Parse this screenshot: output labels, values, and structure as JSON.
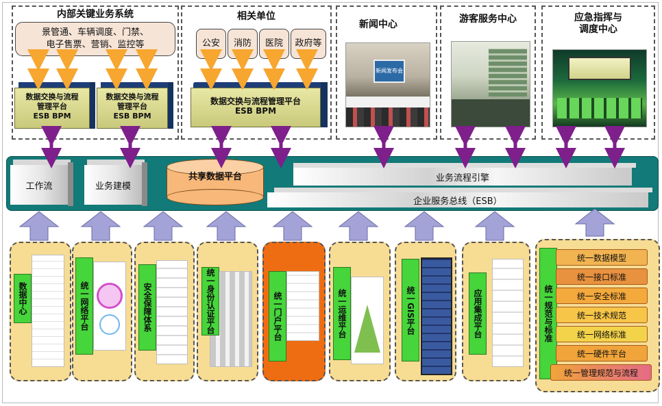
{
  "sections": {
    "internal": {
      "title": "内部关键业务系统",
      "pill": "景管通、车辆调度、门禁、\n电子售票、营销、监控等",
      "esb_labels": [
        "数据交换与流程\n管理平台\nESB  BPM",
        "数据交换与流程\n管理平台\nESB  BPM"
      ]
    },
    "related": {
      "title": "相关单位",
      "units": [
        "公安",
        "消防",
        "医院",
        "政府等"
      ],
      "esb_label": "数据交换与流程管理平台\nESB  BPM"
    },
    "news": {
      "title": "新闻中心",
      "photo_caption": "新闻发布会"
    },
    "visitor": {
      "title": "游客服务中心"
    },
    "emergency": {
      "title": "应急指挥与\n调度中心"
    }
  },
  "bus": {
    "workflow": "工作流",
    "modeling": "业务建模",
    "shared_data": "共享数据平台",
    "engine": "业务流程引擎",
    "esb": "企业服务总线（ESB）"
  },
  "platforms": [
    {
      "label": "数据中心"
    },
    {
      "label": "统一网络平台"
    },
    {
      "label": "安全保障体系"
    },
    {
      "label": "统一身份认证平台"
    },
    {
      "label": "统一门户平台"
    },
    {
      "label": "统一运维平台"
    },
    {
      "label": "统一GIS平台"
    },
    {
      "label": "应用集成平台"
    }
  ],
  "standards": {
    "label": "统一规范与标准",
    "items": [
      "统一数据模型",
      "统一接口标准",
      "统一安全标准",
      "统一技术规范",
      "统一网络标准",
      "统一硬件平台",
      "统一管理规范与流程"
    ]
  },
  "colors": {
    "bus": "#127a78",
    "orange_arrow": "#f7a630",
    "purple_arrow": "#7e1f8b",
    "lavender_arrow": "#a4a3d8",
    "platform_bg": "#f7dc93",
    "portal_bg": "#ef6d12",
    "vertical_label": "#46d53b"
  }
}
